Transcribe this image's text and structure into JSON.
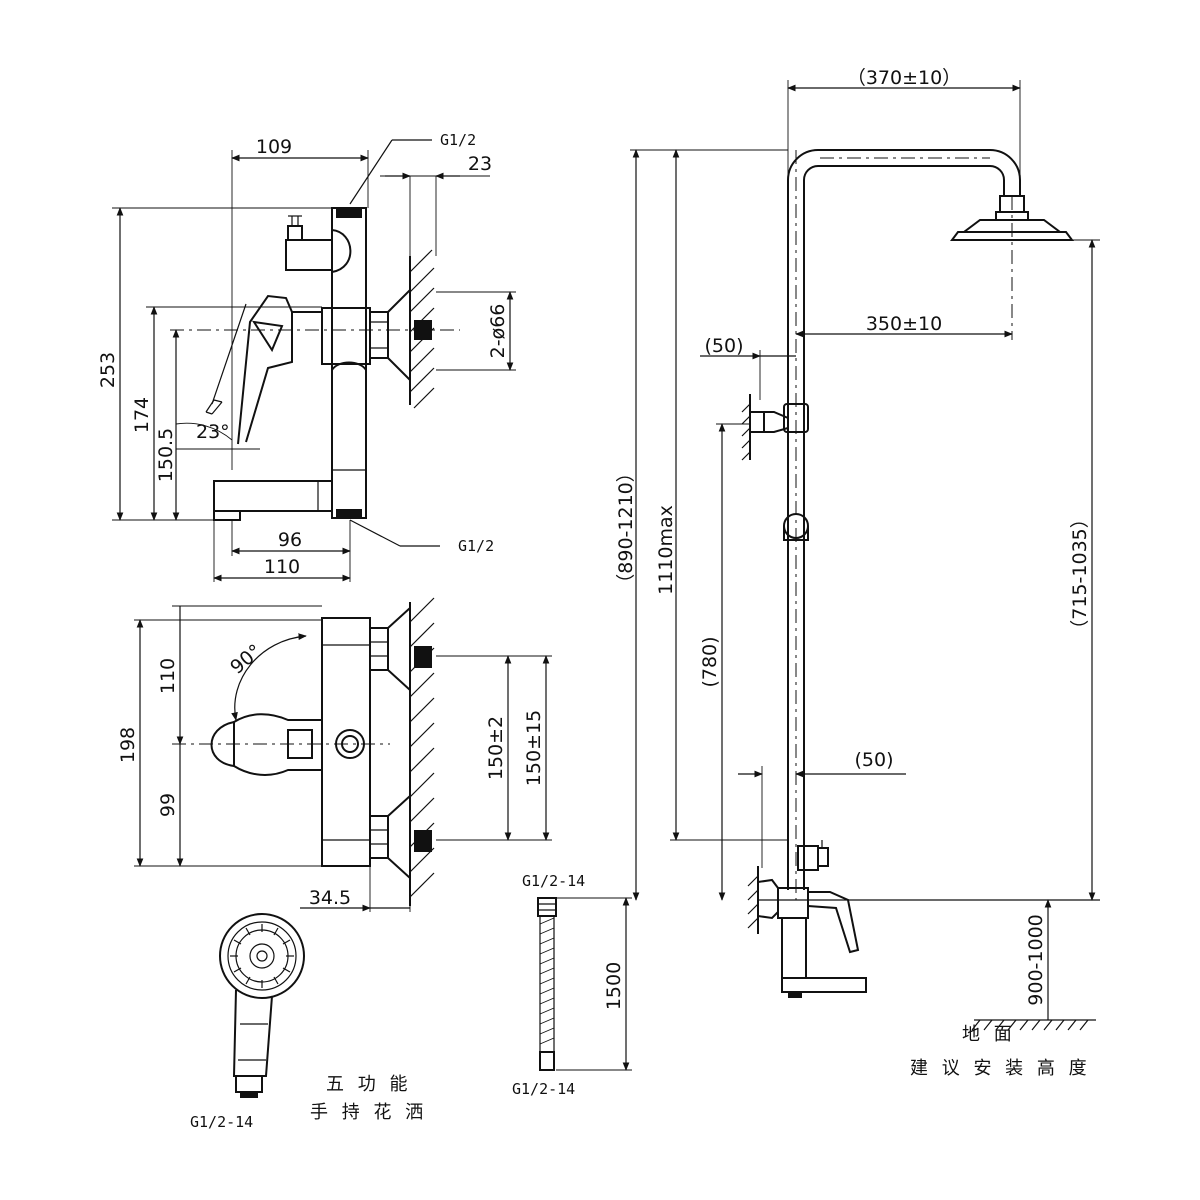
{
  "top_view": {
    "dim_width": "109",
    "dim_depth": "23",
    "dim_height": "253",
    "dim_174": "174",
    "dim_150_5": "150.5",
    "dim_angle": "23°",
    "dim_pipe": "2-ø66",
    "dim_96": "96",
    "dim_110": "110",
    "port_top": "G1/2",
    "port_bottom": "G1/2"
  },
  "front_view": {
    "dim_198": "198",
    "dim_110": "110",
    "dim_99": "99",
    "dim_angle": "90°",
    "dim_150_2": "150±2",
    "dim_150_15": "150±15",
    "dim_34_5": "34.5"
  },
  "hand_shower": {
    "port": "G1/2-14",
    "caption_line1": "五 功 能",
    "caption_line2": "手 持 花 洒"
  },
  "hose": {
    "top_label": "G1/2-14",
    "bottom_label": "G1/2-14",
    "length": "1500"
  },
  "column": {
    "dim_arm": "（370±10）",
    "dim_arm_inner": "350±10",
    "dim_offset_top": "(50)",
    "dim_offset_bottom": "(50)",
    "dim_total": "（890-1210）",
    "dim_max": "1110max",
    "dim_780": "(780)",
    "dim_head": "（715-1035）",
    "dim_install": "900-1000",
    "floor_label": "地 面",
    "install_label": "建 议 安 装 高 度"
  }
}
